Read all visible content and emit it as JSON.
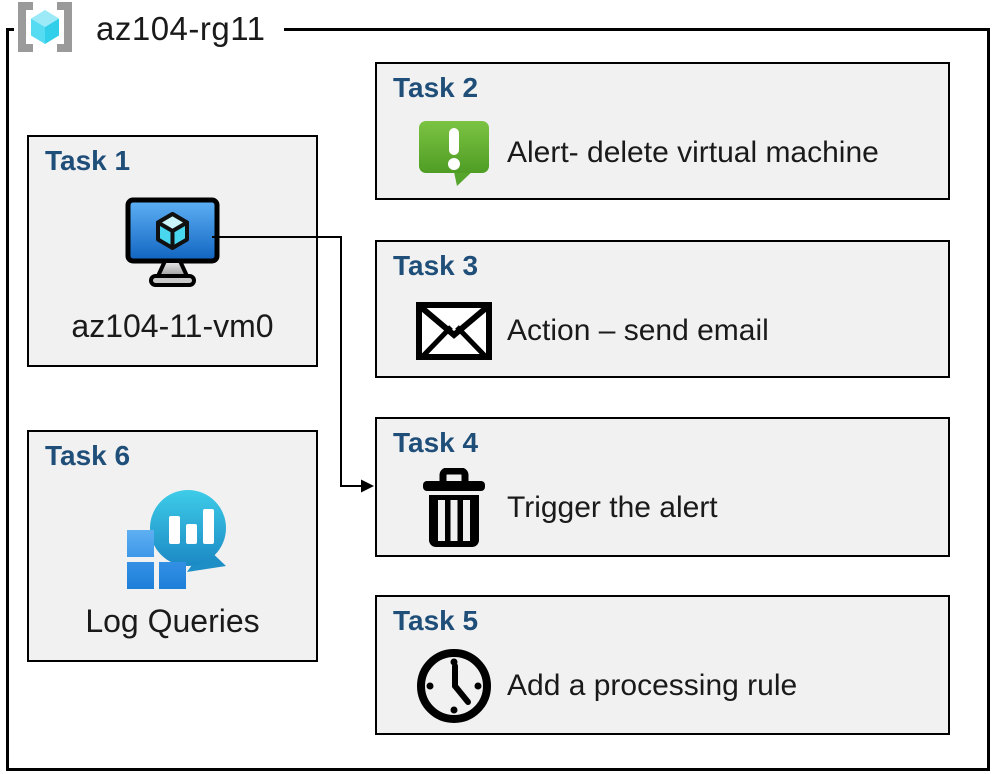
{
  "header": {
    "title": "az104-rg11",
    "icon": "resource-group-icon"
  },
  "tasks": [
    {
      "heading": "Task 1",
      "label": "az104-11-vm0",
      "icon": "virtual-machine-icon"
    },
    {
      "heading": "Task 2",
      "label": "Alert- delete virtual machine",
      "icon": "alert-message-icon"
    },
    {
      "heading": "Task 3",
      "label": "Action – send email",
      "icon": "email-envelope-icon"
    },
    {
      "heading": "Task 4",
      "label": "Trigger the alert",
      "icon": "trash-delete-icon"
    },
    {
      "heading": "Task 5",
      "label": "Add a processing rule",
      "icon": "clock-icon"
    },
    {
      "heading": "Task 6",
      "label": "Log Queries",
      "icon": "log-analytics-icon"
    }
  ],
  "connector": {
    "from": "Task 1 virtual machine",
    "to": "Task 4 trigger the alert"
  },
  "colors": {
    "heading_blue": "#1F4E79",
    "box_fill": "#F1F1F1",
    "border_black": "#000000",
    "alert_green_top": "#7CC342",
    "alert_green_bottom": "#4F9D25",
    "vm_screen_top": "#5FB1F5",
    "vm_screen_bottom": "#1064C0",
    "log_teal_top": "#3ECCE8",
    "log_teal_bottom": "#1B89C4",
    "log_square_light": "#55A7EE",
    "log_square_dark": "#2381DC",
    "rg_cube_top": "#9CEAF8",
    "rg_cube_left": "#55DCF2",
    "rg_cube_right": "#32CFEA",
    "rg_bracket_gray": "#9A9A9A"
  }
}
